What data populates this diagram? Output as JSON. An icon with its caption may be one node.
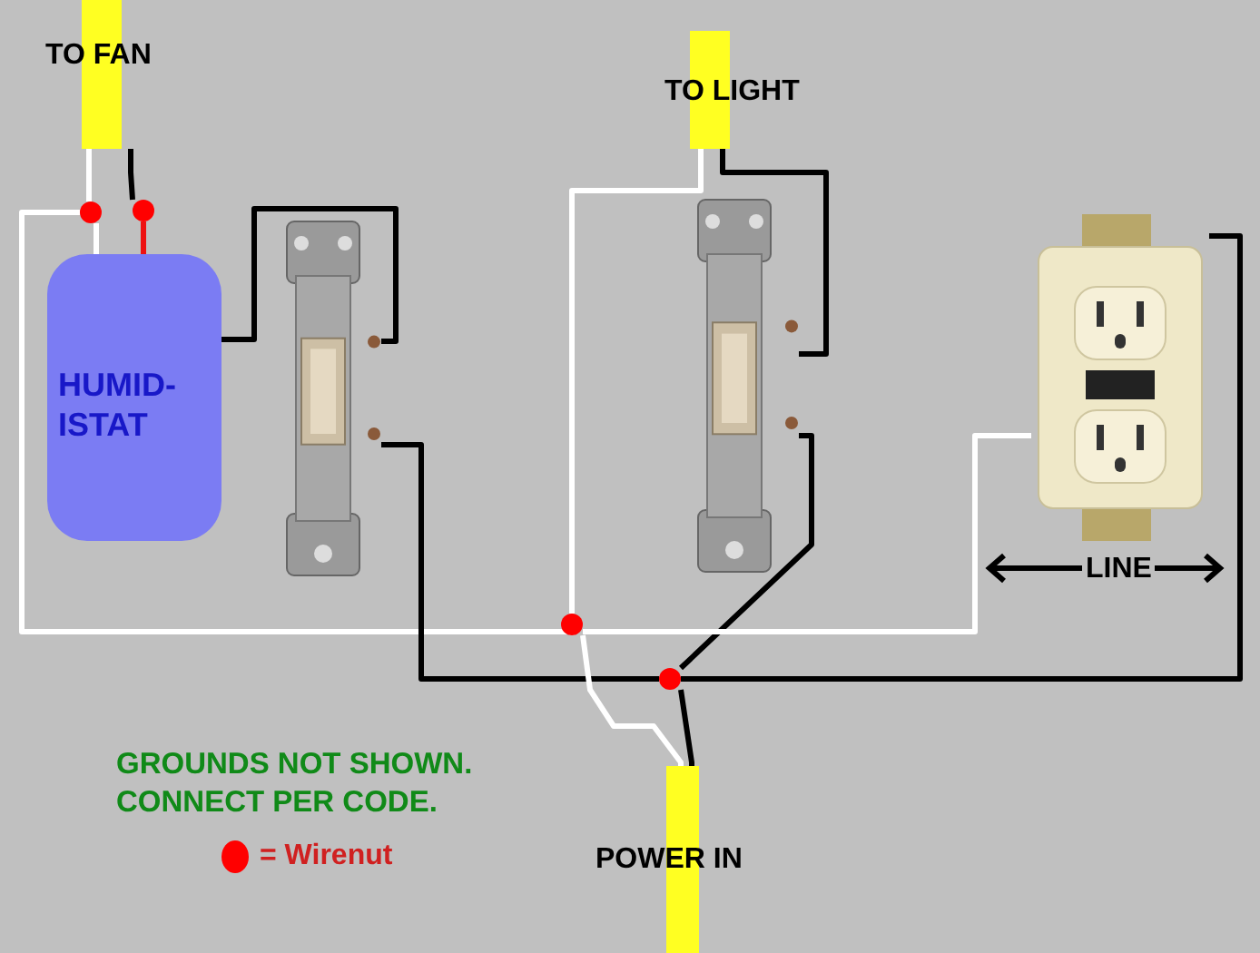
{
  "diagram": {
    "nodes": [
      {
        "text": [
          "TO FAN"
        ]
      },
      {
        "text": [
          "TO LIGHT"
        ]
      },
      {
        "text": [
          "POWER IN"
        ]
      },
      {
        "text": [
          "HUMID- ISTAT"
        ]
      },
      {
        "text": [],
        "shape": "picture"
      },
      {
        "text": [],
        "shape": "picture"
      },
      {
        "text": [],
        "shape": "picture"
      },
      {
        "text": [],
        "shape": "circle"
      },
      {
        "text": [],
        "shape": "circle"
      },
      {
        "text": [],
        "shape": "circle"
      },
      {
        "text": [],
        "shape": "circle"
      }
    ],
    "edges": [
      {
        "from": 0,
        "to": 7,
        "arrow": "none",
        "color": "#ffffff"
      },
      {
        "from": 0,
        "to": 8,
        "arrow": "none"
      },
      {
        "from": 8,
        "to": 3,
        "arrow": "none",
        "color": "#ee1111"
      },
      {
        "from": 7,
        "to": 3,
        "arrow": "none",
        "color": "#ffffff"
      },
      {
        "from": 7,
        "to": 9,
        "arrow": "none",
        "color": "#ffffff"
      },
      {
        "from": 3,
        "to": 4,
        "arrow": "none"
      },
      {
        "from": 4,
        "to": 10,
        "arrow": "none"
      },
      {
        "from": 9,
        "to": 1,
        "arrow": "none",
        "color": "#ffffff"
      },
      {
        "from": 1,
        "to": 5,
        "arrow": "none"
      },
      {
        "from": 5,
        "to": 10,
        "arrow": "none"
      },
      {
        "from": 9,
        "to": 6,
        "arrow": "none",
        "color": "#ffffff"
      },
      {
        "from": 10,
        "to": 6,
        "arrow": "none"
      },
      {
        "from": 2,
        "to": 9,
        "arrow": "none",
        "color": "#ffffff"
      },
      {
        "from": 2,
        "to": 10,
        "arrow": "none"
      }
    ],
    "labels": [
      "LINE",
      "GROUNDS NOT SHOWN. CONNECT PER CODE."
    ],
    "legend": [
      {
        "text": "= Wirenut",
        "color": "#ff0000"
      }
    ]
  }
}
